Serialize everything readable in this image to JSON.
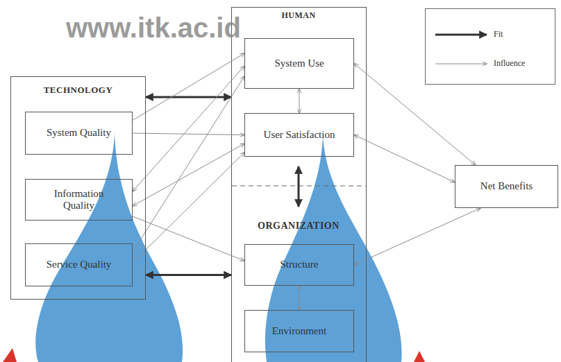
{
  "diagram": {
    "nodes": [
      {
        "text": [
          "TECHNOLOGY"
        ]
      },
      {
        "text": [
          "System Quality"
        ],
        "in": 0
      },
      {
        "text": [
          "Information Quality"
        ],
        "in": 0
      },
      {
        "text": [
          "Service Quality"
        ],
        "in": 0
      },
      {
        "text": [
          "HUMAN"
        ]
      },
      {
        "text": [
          "System Use"
        ],
        "in": 4
      },
      {
        "text": [
          "User Satisfaction"
        ],
        "in": 4
      },
      {
        "text": [
          "ORGANIZATION"
        ]
      },
      {
        "text": [
          "Structure"
        ],
        "in": 7
      },
      {
        "text": [
          "Environment"
        ],
        "in": 7
      },
      {
        "text": [
          "Net Benefits"
        ]
      }
    ],
    "edges": [
      {
        "from": 0,
        "to": 4,
        "arrow": "both"
      },
      {
        "from": 0,
        "to": 7,
        "arrow": "both"
      },
      {
        "from": 4,
        "to": 7,
        "arrow": "both"
      },
      {
        "from": 1,
        "to": 5,
        "arrow": "to"
      },
      {
        "from": 1,
        "to": 6,
        "arrow": "to"
      },
      {
        "from": 2,
        "to": 5,
        "arrow": "both"
      },
      {
        "from": 2,
        "to": 6,
        "arrow": "both"
      },
      {
        "from": 2,
        "to": 8,
        "arrow": "to"
      },
      {
        "from": 3,
        "to": 5,
        "arrow": "to"
      },
      {
        "from": 3,
        "to": 6,
        "arrow": "to"
      },
      {
        "from": 5,
        "to": 6,
        "arrow": "both"
      },
      {
        "from": 8,
        "to": 9,
        "arrow": "both"
      },
      {
        "from": 5,
        "to": 10,
        "arrow": "both"
      },
      {
        "from": 6,
        "to": 10,
        "arrow": "both"
      },
      {
        "from": 8,
        "to": 10,
        "arrow": "both"
      }
    ],
    "labels": [
      "www.itk.ac.id"
    ],
    "legend": [
      {
        "text": "Fit"
      },
      {
        "text": "Influence"
      }
    ]
  }
}
